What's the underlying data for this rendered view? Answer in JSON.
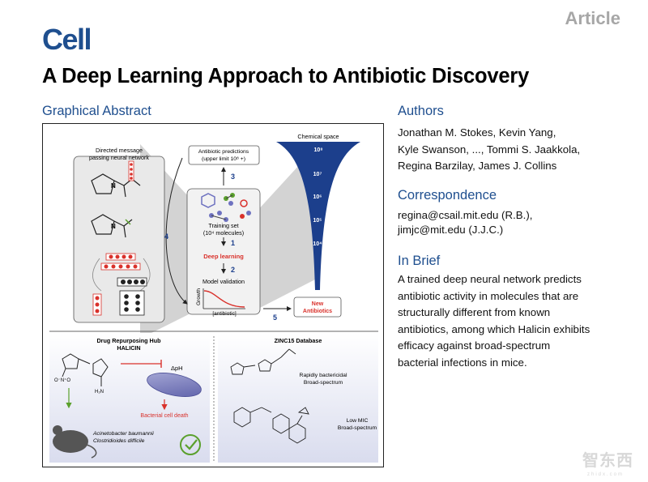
{
  "header": {
    "journal": "Cell",
    "article_type": "Article",
    "title": "A Deep Learning Approach to Antibiotic Discovery"
  },
  "graphical_abstract": {
    "heading": "Graphical Abstract",
    "labels": {
      "dmpnn": [
        "Directed message",
        "passing neural network"
      ],
      "predictions": [
        "Antibiotic predictions",
        "(upper limit 10⁸ +)"
      ],
      "chem_space": "Chemical space",
      "training": [
        "Training set",
        "(10⁴ molecules)"
      ],
      "deep_learning": "Deep learning",
      "validation": "Model validation",
      "growth": "Growth",
      "antibiotic_axis": "[antibiotic]",
      "new_antibiotics": [
        "New",
        "Antibiotics"
      ],
      "drug_hub": [
        "Drug Repurposing Hub",
        "HALICIN"
      ],
      "delta_ph": "ΔpH",
      "cell_death": "Bacterial cell death",
      "organisms": [
        "Acinetobacter baumannii",
        "Clostridioides difficile"
      ],
      "zinc": "ZINC15 Database",
      "rapid": [
        "Rapidly bactericidal",
        "Broad-spectrum"
      ],
      "low_mic": [
        "Low MIC",
        "Broad-spectrum"
      ]
    },
    "steps": [
      "1",
      "2",
      "3",
      "4",
      "5"
    ],
    "funnel_levels": [
      "10⁸",
      "10⁷",
      "10⁶",
      "10⁵",
      "10⁴"
    ],
    "colors": {
      "navy": "#1c3f8c",
      "red": "#d9312b",
      "green": "#5aa02c",
      "purple": "#6e72c0"
    }
  },
  "authors": {
    "heading": "Authors",
    "lines": [
      "Jonathan M. Stokes, Kevin Yang,",
      "Kyle Swanson, ..., Tommi S. Jaakkola,",
      "Regina Barzilay, James J. Collins"
    ]
  },
  "correspondence": {
    "heading": "Correspondence",
    "lines": [
      "regina@csail.mit.edu (R.B.),",
      "jimjc@mit.edu (J.J.C.)"
    ]
  },
  "in_brief": {
    "heading": "In Brief",
    "lines": [
      "A trained deep neural network predicts",
      "antibiotic activity in molecules that are",
      "structurally different from known",
      "antibiotics, among which Halicin exhibits",
      "efficacy against broad-spectrum",
      "bacterial infections in mice."
    ]
  },
  "watermark": {
    "text": "智东西",
    "sub": "zhidx.com"
  }
}
